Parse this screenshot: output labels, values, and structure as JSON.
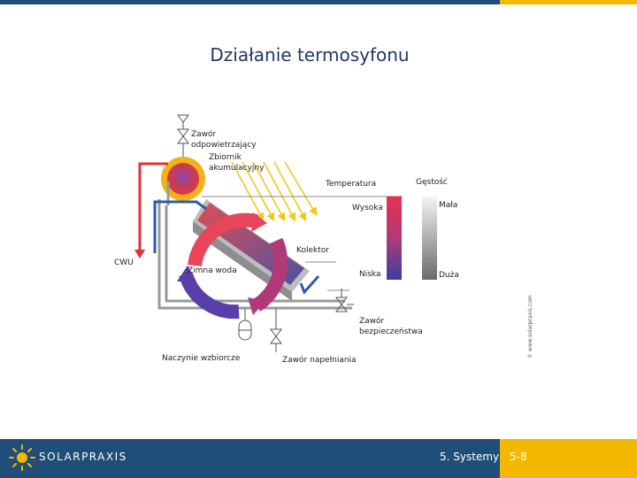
{
  "slide": {
    "title": "Działanie termosyfonu"
  },
  "diagram": {
    "labels": {
      "vent_valve": "Zawór odpowietrzający",
      "storage_tank": "Zbiornik akumulacyjny",
      "temperature": "Temperatura",
      "density": "Gęstość",
      "high": "Wysoka",
      "low_density": "Mała",
      "collector": "Kolektor",
      "hot_water": "CWU",
      "cold_water": "Zimna woda",
      "low": "Niska",
      "high_density": "Duża",
      "safety_valve": "Zawór bezpieczeństwa",
      "expansion_vessel": "Naczynie wzbiorcze",
      "fill_valve": "Zawór napełniania"
    },
    "watermark": "© www.solarpraxis.com",
    "colors": {
      "hot": "#e0313a",
      "cold": "#2e5da6",
      "loop_start": "#e8455a",
      "loop_end": "#5a3fa8",
      "pipe_gray": "#9a9a9a",
      "tank_yellow": "#f2b21a",
      "sun_rays": "#f2c81a"
    }
  },
  "footer": {
    "brand": "SOLARPRAXIS",
    "section": "5. Systemy",
    "page": "5-8",
    "colors": {
      "blue": "#1f4e79",
      "yellow": "#f5b800"
    }
  }
}
